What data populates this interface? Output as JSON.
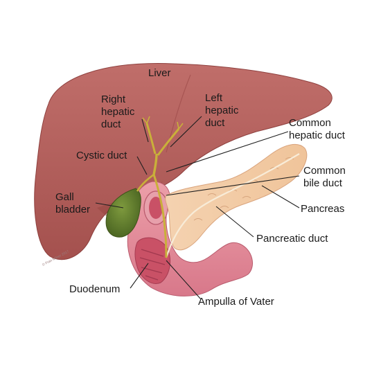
{
  "labels": {
    "liver": "Liver",
    "right_hepatic_duct": [
      "Right",
      "hepatic",
      "duct"
    ],
    "left_hepatic_duct": [
      "Left",
      "hepatic",
      "duct"
    ],
    "common_hepatic_duct": [
      "Common",
      "hepatic duct"
    ],
    "cystic_duct": "Cystic duct",
    "common_bile_duct": [
      "Common",
      "bile duct"
    ],
    "gall_bladder": [
      "Gall",
      "bladder"
    ],
    "pancreas": "Pancreas",
    "pancreatic_duct": "Pancreatic duct",
    "duodenum": "Duodenum",
    "ampulla_of_vater": "Ampulla of Vater"
  },
  "credit": "© Fran Milner 2017",
  "colors": {
    "liver": "#b5605c",
    "liver_shade": "#9c4a48",
    "gallbladder": "#5f7a2e",
    "pancreas": "#f2c9a4",
    "duodenum": "#e79aa4",
    "duodenum_dark": "#c8566a",
    "duct": "#c8b23a"
  }
}
